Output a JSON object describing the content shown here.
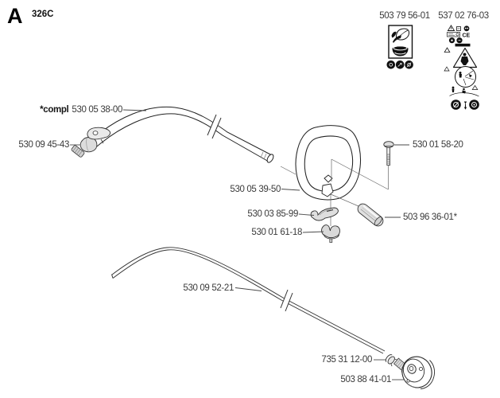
{
  "header": {
    "section_letter": "A",
    "model": "326C"
  },
  "decals": {
    "eco": {
      "part_number": "503 79 56-01"
    },
    "warning": {
      "part_number": "537 02 76-03",
      "ce_mark": "CE"
    }
  },
  "parts": [
    {
      "name": "shaft-assembly-complete",
      "prefix": "*compl",
      "number": "530 05 38-00"
    },
    {
      "name": "shaft-end-fitting",
      "number": "530 09 45-43"
    },
    {
      "name": "loop-handle",
      "number": "530 05 39-50"
    },
    {
      "name": "handle-clamp",
      "number": "530 03 85-99"
    },
    {
      "name": "wing-nut",
      "number": "530 01 61-18"
    },
    {
      "name": "handle-bolt",
      "number": "530 01 58-20"
    },
    {
      "name": "spacer-sleeve",
      "number": "503 96 36-01*"
    },
    {
      "name": "flexible-drive-shaft",
      "number": "530 09 52-21"
    },
    {
      "name": "retainer-clip",
      "number": "735 31 12-00"
    },
    {
      "name": "drive-cup",
      "number": "503 88 41-01"
    }
  ],
  "colors": {
    "ink": "#1a1a1a",
    "label": "#3a3a3a",
    "background": "#ffffff"
  }
}
